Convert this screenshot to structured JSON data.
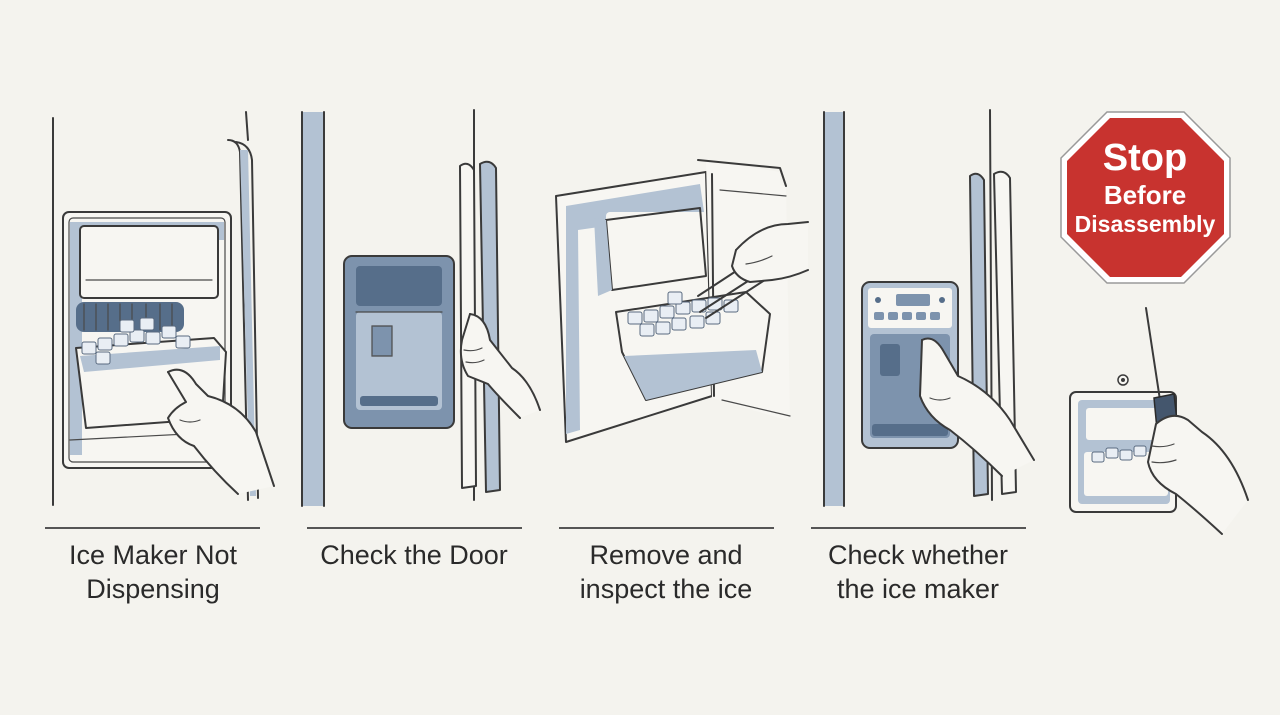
{
  "steps": [
    {
      "caption": "Ice Maker Not\nDispensing"
    },
    {
      "caption": "Check the Door"
    },
    {
      "caption": "Remove and\ninspect the ice"
    },
    {
      "caption": "Check whether\nthe ice maker"
    }
  ],
  "stop_sign": {
    "line1": "Stop",
    "line2": "Before",
    "line3": "Disassembly",
    "color": "#c8332f"
  },
  "colors": {
    "background": "#f4f3ee",
    "steel_blue": "#a9b9cc",
    "dark_blue": "#5f7894",
    "ink": "#3a3a3a"
  },
  "icons": [
    "ice-maker-open-icon",
    "fridge-door-icon",
    "ice-bin-tongs-icon",
    "dispenser-panel-icon",
    "screwdriver-icon"
  ]
}
